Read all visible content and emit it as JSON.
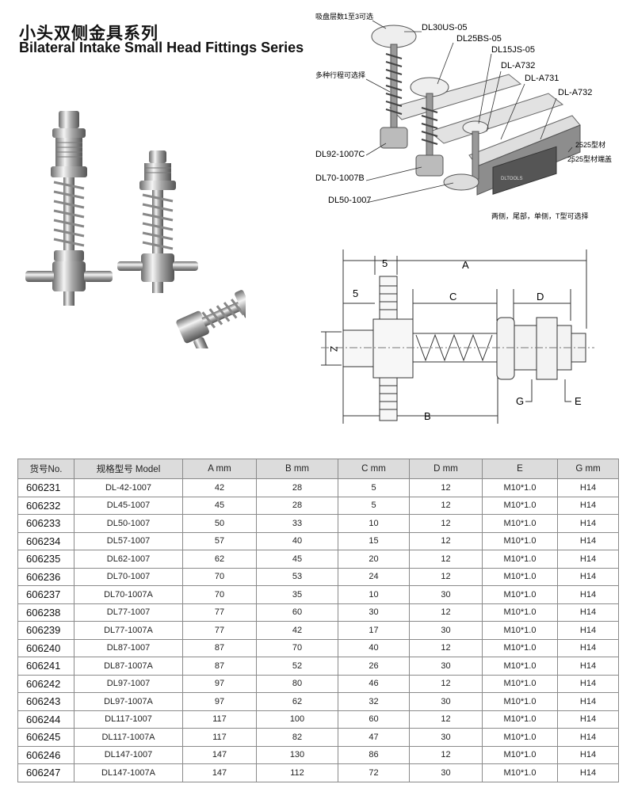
{
  "header": {
    "title_cn": "小头双侧金具系列",
    "title_en": "Bilateral Intake Small Head Fittings Series"
  },
  "assembly": {
    "labels": {
      "suction_layers": "吸盘层数1至3可选",
      "dl30": "DL30US-05",
      "dl25": "DL25BS-05",
      "dl15": "DL15JS-05",
      "a732_top": "DL-A732",
      "a731": "DL-A731",
      "a732_right": "DL-A732",
      "stroke": "多种行程可选择",
      "dl92": "DL92-1007C",
      "dl70": "DL70-1007B",
      "dl50": "DL50-1007",
      "profile": "2525型材",
      "profile_cap": "2525型材端盖",
      "options": "两侧，尾部，单侧，T型可选择",
      "brand": "DLTOOLS"
    }
  },
  "drawing": {
    "dims": {
      "a": "A",
      "b": "B",
      "c": "C",
      "d": "D",
      "e": "E",
      "g": "G",
      "five_top": "5",
      "five_left": "5",
      "z": "Z"
    }
  },
  "table": {
    "headers": [
      "货号No.",
      "规格型号 Model",
      "A mm",
      "B mm",
      "C mm",
      "D mm",
      "E",
      "G mm"
    ],
    "rows": [
      [
        "606231",
        "DL-42-1007",
        "42",
        "28",
        "5",
        "12",
        "M10*1.0",
        "H14"
      ],
      [
        "606232",
        "DL45-1007",
        "45",
        "28",
        "5",
        "12",
        "M10*1.0",
        "H14"
      ],
      [
        "606233",
        "DL50-1007",
        "50",
        "33",
        "10",
        "12",
        "M10*1.0",
        "H14"
      ],
      [
        "606234",
        "DL57-1007",
        "57",
        "40",
        "15",
        "12",
        "M10*1.0",
        "H14"
      ],
      [
        "606235",
        "DL62-1007",
        "62",
        "45",
        "20",
        "12",
        "M10*1.0",
        "H14"
      ],
      [
        "606236",
        "DL70-1007",
        "70",
        "53",
        "24",
        "12",
        "M10*1.0",
        "H14"
      ],
      [
        "606237",
        "DL70-1007A",
        "70",
        "35",
        "10",
        "30",
        "M10*1.0",
        "H14"
      ],
      [
        "606238",
        "DL77-1007",
        "77",
        "60",
        "30",
        "12",
        "M10*1.0",
        "H14"
      ],
      [
        "606239",
        "DL77-1007A",
        "77",
        "42",
        "17",
        "30",
        "M10*1.0",
        "H14"
      ],
      [
        "606240",
        "DL87-1007",
        "87",
        "70",
        "40",
        "12",
        "M10*1.0",
        "H14"
      ],
      [
        "606241",
        "DL87-1007A",
        "87",
        "52",
        "26",
        "30",
        "M10*1.0",
        "H14"
      ],
      [
        "606242",
        "DL97-1007",
        "97",
        "80",
        "46",
        "12",
        "M10*1.0",
        "H14"
      ],
      [
        "606243",
        "DL97-1007A",
        "97",
        "62",
        "32",
        "30",
        "M10*1.0",
        "H14"
      ],
      [
        "606244",
        "DL117-1007",
        "117",
        "100",
        "60",
        "12",
        "M10*1.0",
        "H14"
      ],
      [
        "606245",
        "DL117-1007A",
        "117",
        "82",
        "47",
        "30",
        "M10*1.0",
        "H14"
      ],
      [
        "606246",
        "DL147-1007",
        "147",
        "130",
        "86",
        "12",
        "M10*1.0",
        "H14"
      ],
      [
        "606247",
        "DL147-1007A",
        "147",
        "112",
        "72",
        "30",
        "M10*1.0",
        "H14"
      ]
    ]
  }
}
